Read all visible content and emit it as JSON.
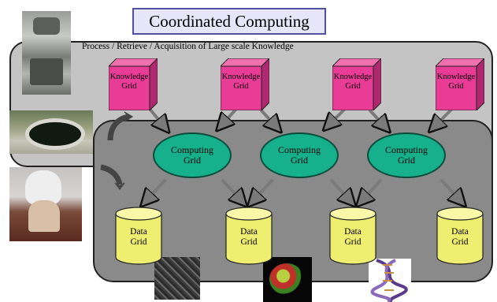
{
  "title": "Coordinated Computing",
  "subtitle": "Process / Retrieve / Acquisition of Large scale Knowledge",
  "knowledge_grids": [
    {
      "line1": "Knowledge",
      "line2": "Grid"
    },
    {
      "line1": "Knowledge",
      "line2": "Grid"
    },
    {
      "line1": "Knowledge",
      "line2": "Grid"
    },
    {
      "line1": "Knowledge",
      "line2": "Grid"
    }
  ],
  "computing_grids": [
    {
      "line1": "Computing",
      "line2": "Grid"
    },
    {
      "line1": "Computing",
      "line2": "Grid"
    },
    {
      "line1": "Computing",
      "line2": "Grid"
    }
  ],
  "data_grids": [
    {
      "line1": "Data",
      "line2": "Grid"
    },
    {
      "line1": "Data",
      "line2": "Grid"
    },
    {
      "line1": "Data",
      "line2": "Grid"
    },
    {
      "line1": "Data",
      "line2": "Grid"
    }
  ],
  "colors": {
    "knowledge_grid": "#e83c96",
    "computing_grid": "#16b08c",
    "data_grid": "#eeee70",
    "outer_panel": "#c4c4c4",
    "inner_panel": "#8a8a8a",
    "title_box": "#e6e6f8"
  }
}
